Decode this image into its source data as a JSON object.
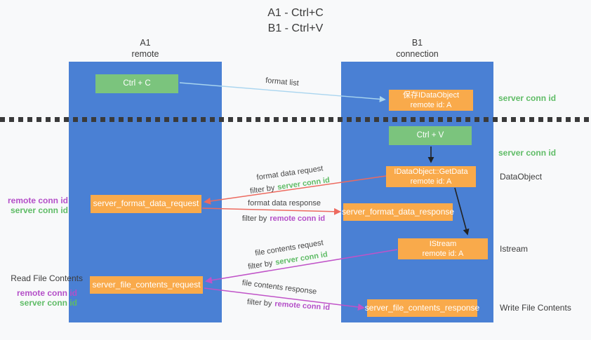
{
  "title": {
    "line1": "A1 - Ctrl+C",
    "line2": "B1 - Ctrl+V"
  },
  "columns": {
    "left": {
      "name": "A1",
      "role": "remote"
    },
    "right": {
      "name": "B1",
      "role": "connection"
    }
  },
  "boxes": {
    "ctrl_c": {
      "label": "Ctrl + C"
    },
    "save_idataobject": {
      "line1": "保存IDataObject",
      "line2": "remote id: A"
    },
    "ctrl_v": {
      "label": "Ctrl + V"
    },
    "getdata": {
      "line1": "IDataObject::GetData",
      "line2": "remote id: A"
    },
    "istream": {
      "line1": "IStream",
      "line2": "remote id: A"
    },
    "format_request": {
      "label": "server_format_data_request"
    },
    "format_response": {
      "label": "server_format_data_response"
    },
    "file_request": {
      "label": "server_file_contents_request"
    },
    "file_response": {
      "label": "server_file_contents_response"
    }
  },
  "arrow_labels": {
    "format_list": "format list",
    "format_data_request": "format data request",
    "format_data_response": "format data response",
    "file_contents_request": "file contents request",
    "file_contents_response": "file contents response",
    "filter_prefix": "filter by",
    "server_conn_id": "server conn id",
    "remote_conn_id": "remote conn id"
  },
  "side_labels": {
    "right_server_conn_id_top": "server conn id",
    "right_server_conn_id_mid": "server conn id",
    "data_object": "DataObject",
    "istream": "Istream",
    "write_file_contents": "Write File Contents",
    "read_file_contents": "Read File Contents",
    "left_remote_conn_id_top": "remote conn id",
    "left_server_conn_id_top": "server conn id",
    "left_remote_conn_id_bottom": "remote conn id",
    "left_server_conn_id_bottom": "server conn id"
  },
  "colors": {
    "column_blue": "#4a80d4",
    "box_green": "#7bc47d",
    "box_orange": "#f9aa4b",
    "arrow_lightblue": "#a9d5ef",
    "arrow_red": "#ed6a5f",
    "arrow_magenta": "#c053c8",
    "arrow_black": "#222222",
    "text_green": "#5fbc66",
    "text_purple": "#b44fc8",
    "text_dark": "#3c3c3c"
  }
}
